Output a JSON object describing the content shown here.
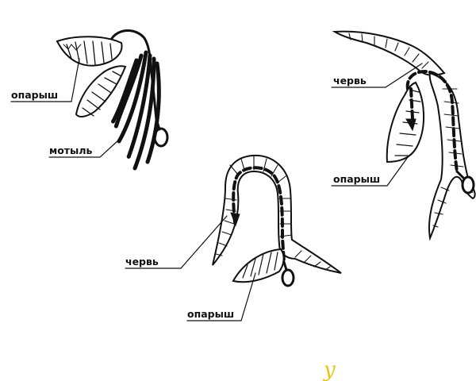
{
  "labels": {
    "fig1_maggot": "опарыш",
    "fig1_bloodworm": "мотыль",
    "fig2_worm": "червь",
    "fig2_maggot": "опарыш",
    "fig3_worm": "червь",
    "fig3_maggot": "опарыш"
  },
  "watermark": {
    "text": "у",
    "color": "#e6c619"
  },
  "colors": {
    "ink": "#111111",
    "paper": "#ffffff"
  }
}
